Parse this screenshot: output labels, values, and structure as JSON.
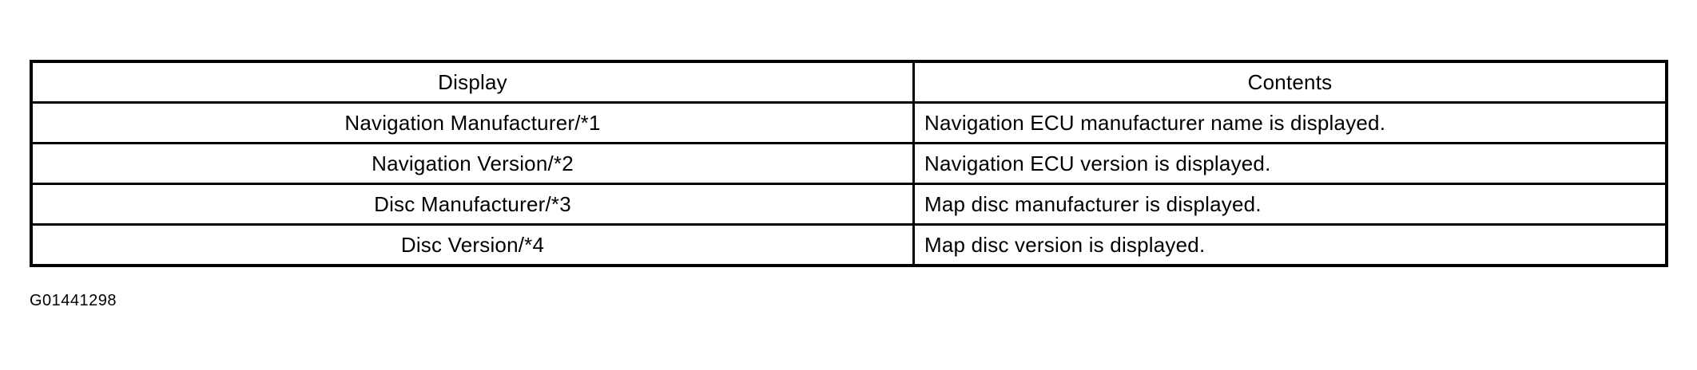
{
  "table": {
    "headers": {
      "display": "Display",
      "contents": "Contents"
    },
    "rows": [
      {
        "display": "Navigation Manufacturer/*1",
        "contents": "Navigation ECU manufacturer name is displayed."
      },
      {
        "display": "Navigation Version/*2",
        "contents": "Navigation ECU version is displayed."
      },
      {
        "display": "Disc Manufacturer/*3",
        "contents": "Map disc manufacturer is displayed."
      },
      {
        "display": "Disc Version/*4",
        "contents": "Map disc version is displayed."
      }
    ]
  },
  "figure_id": "G01441298"
}
